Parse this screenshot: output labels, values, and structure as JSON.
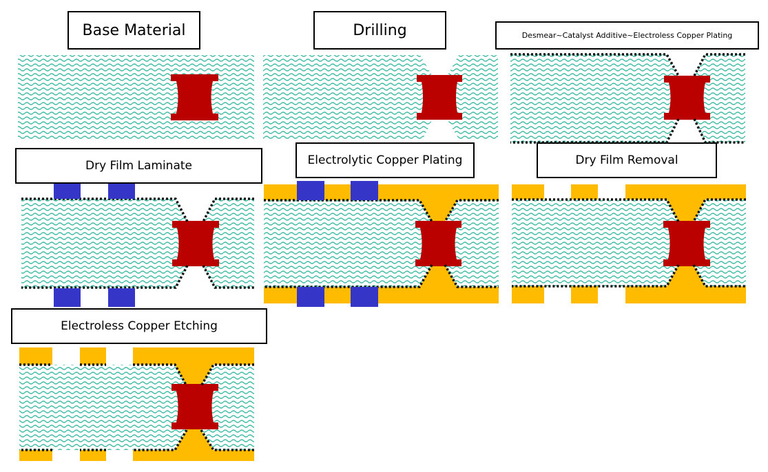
{
  "colors": {
    "substrate": "#40bba5",
    "copper_via": "#bb0000",
    "plated_copper": "#ffbb00",
    "dry_film": "#3535c7",
    "seed_layer": "#111111"
  },
  "steps": [
    {
      "id": "base-material",
      "label": "Base Material"
    },
    {
      "id": "drilling",
      "label": "Drilling"
    },
    {
      "id": "desmear",
      "label": "Desmear~Catalyst Additive~Electroless Copper Plating"
    },
    {
      "id": "dry-film-laminate",
      "label": "Dry Film Laminate"
    },
    {
      "id": "electrolytic-copper-plating",
      "label": "Electrolytic Copper Plating"
    },
    {
      "id": "dry-film-removal",
      "label": "Dry Film Removal"
    },
    {
      "id": "electroless-copper-etching",
      "label": "Electroless Copper Etching"
    }
  ]
}
